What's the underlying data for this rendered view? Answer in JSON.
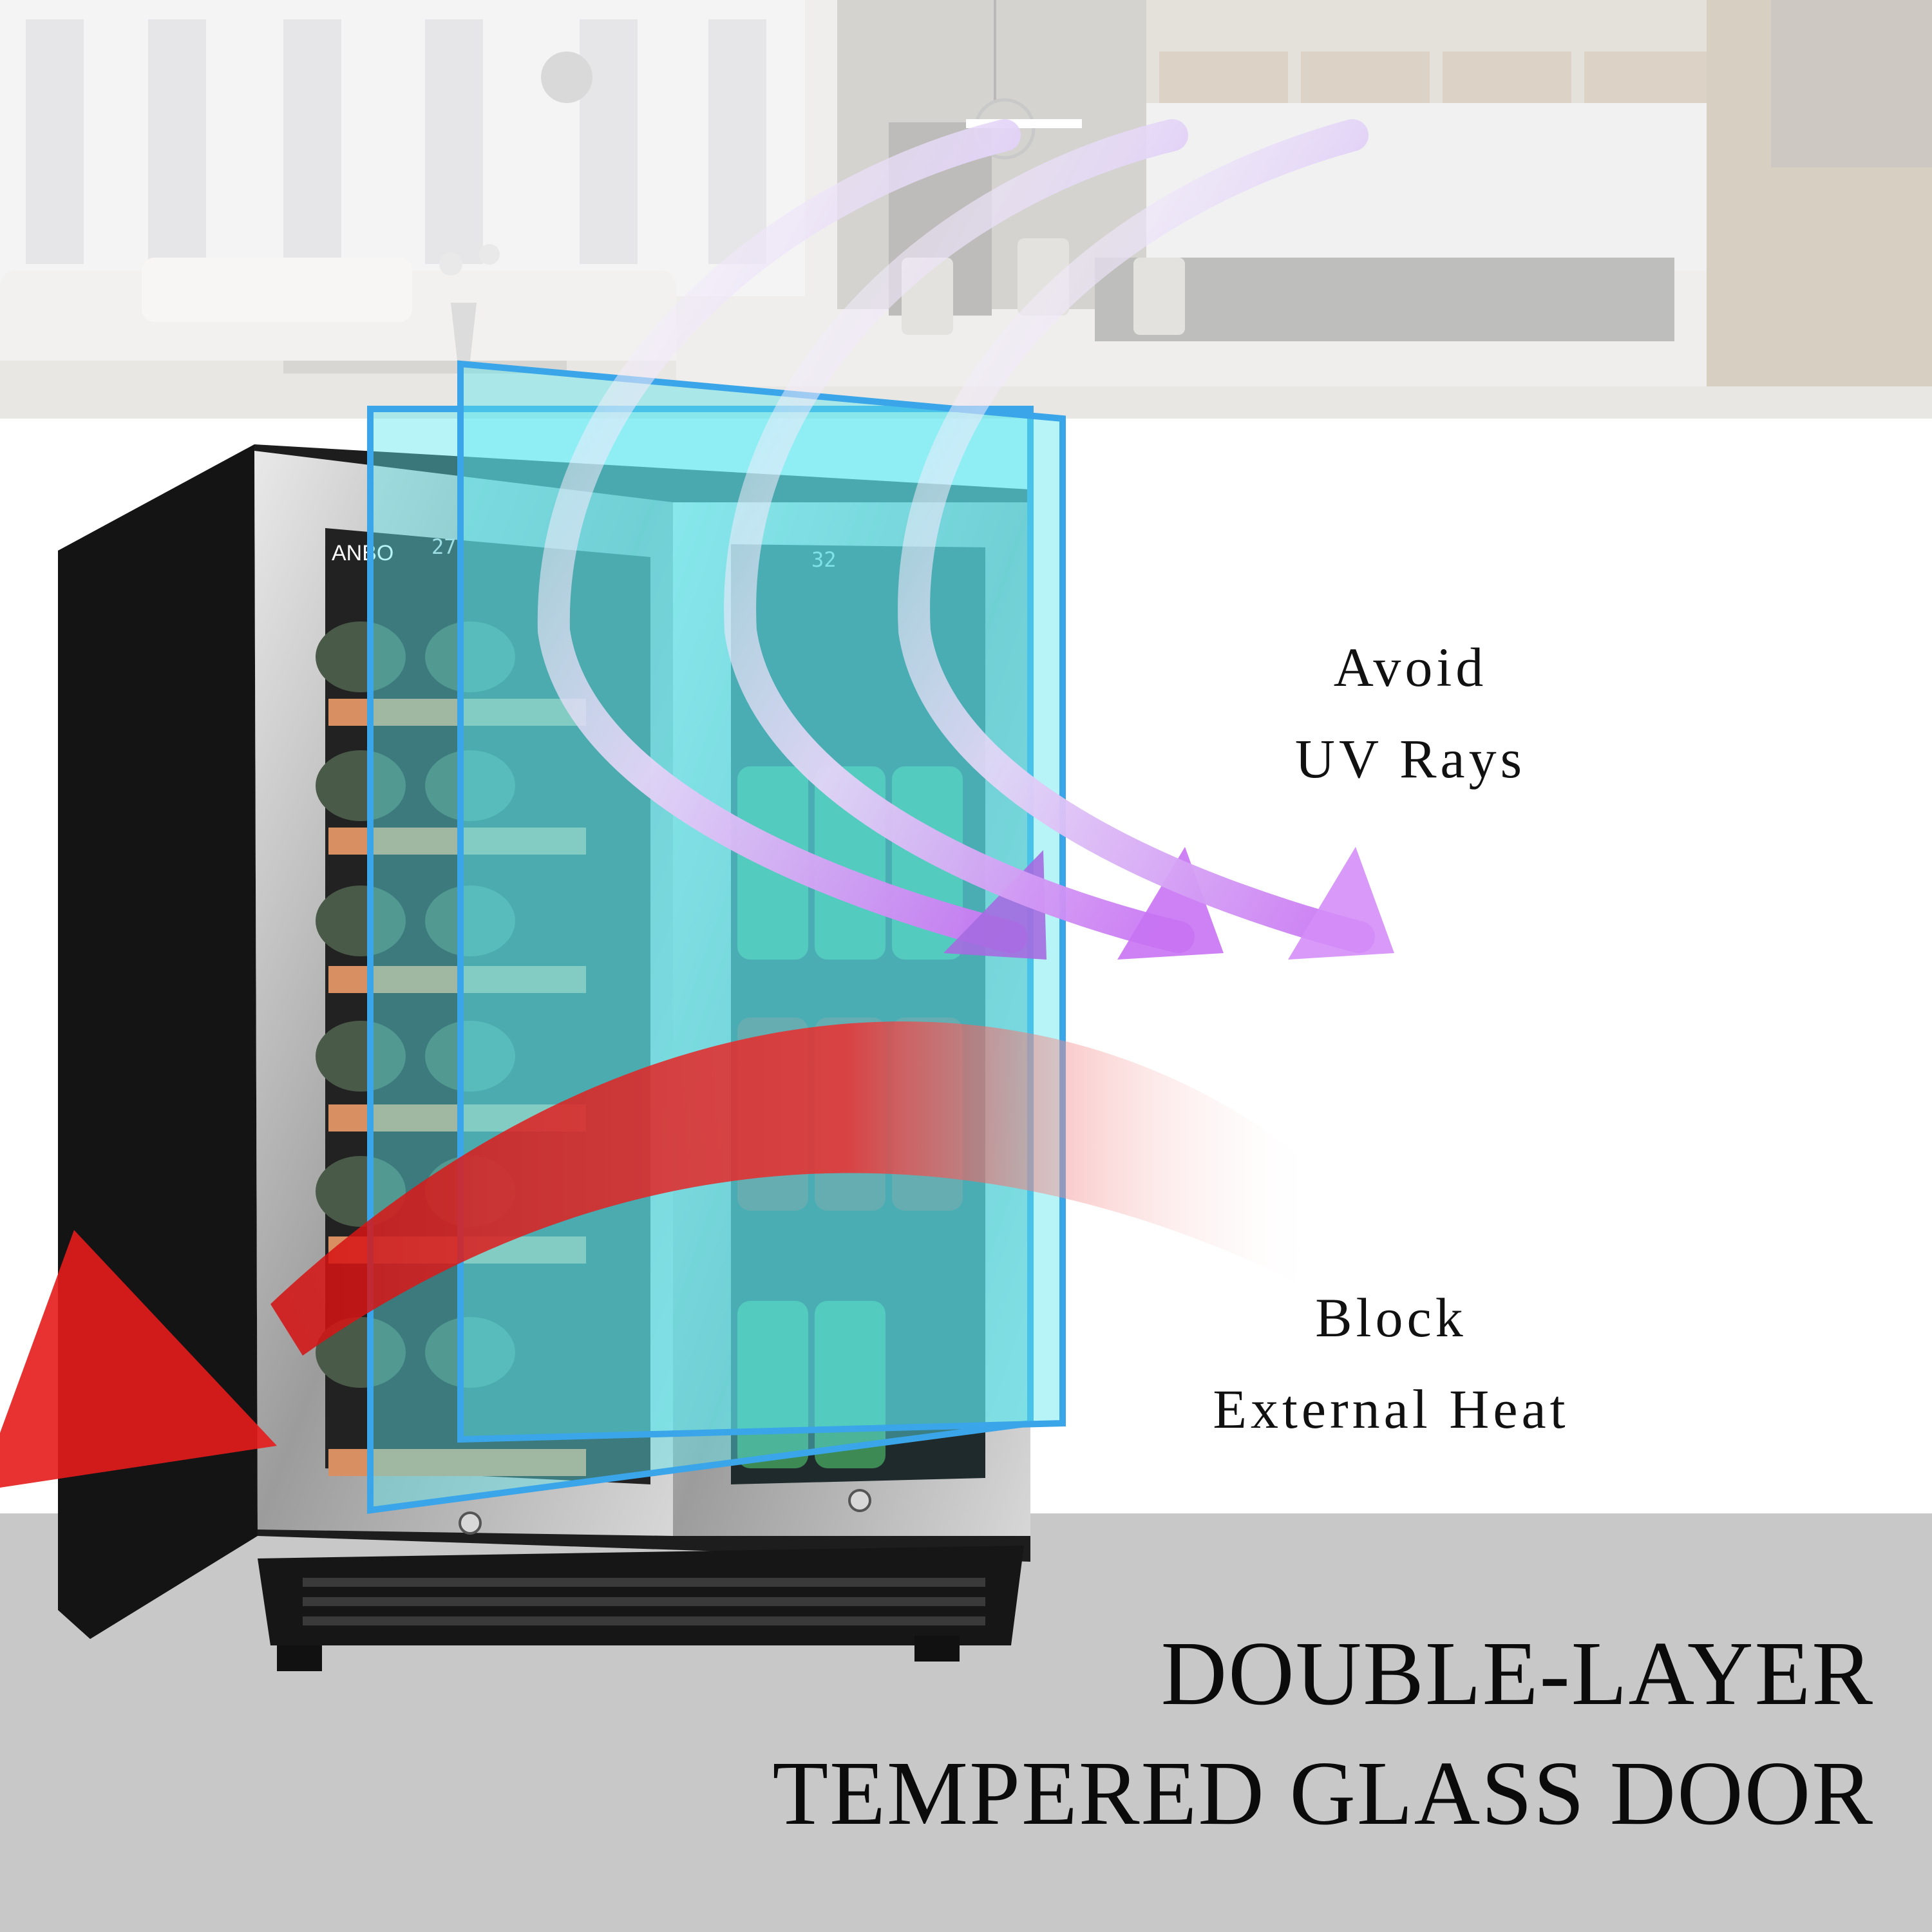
{
  "callouts": {
    "uv": {
      "line1": "Avoid",
      "line2": "UV Rays"
    },
    "heat": {
      "line1": "Block",
      "line2": "External Heat"
    }
  },
  "headline": {
    "line1": "DOUBLE-LAYER",
    "line2": "TEMPERED GLASS DOOR"
  },
  "product": {
    "brand_fragment": "ANBO",
    "left_display": "27",
    "right_display": "32"
  },
  "colors": {
    "uv_arrow": "#c873f3",
    "heat_arrow": "#e71d1d",
    "glass_layer": "#5ee6ee",
    "floor": "#c8c8c8"
  }
}
